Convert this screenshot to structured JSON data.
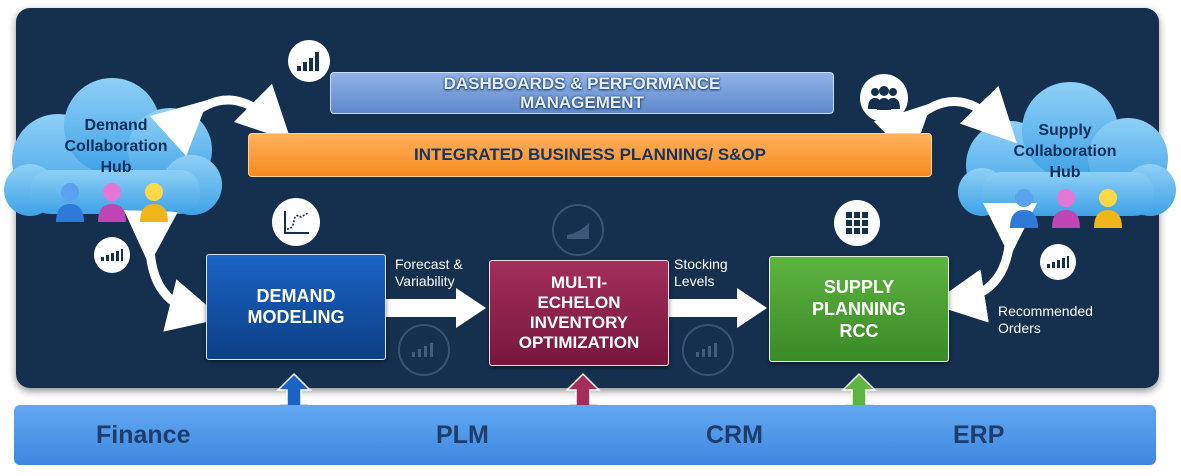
{
  "top_bars": {
    "dashboards": "DASHBOARDS & PERFORMANCE MANAGEMENT",
    "ibp": "INTEGRATED BUSINESS PLANNING/ S&OP"
  },
  "hubs": {
    "demand": [
      "Demand",
      "Collaboration",
      "Hub"
    ],
    "supply": [
      "Supply",
      "Collaboration",
      "Hub"
    ]
  },
  "boxes": {
    "demand_modeling": [
      "DEMAND",
      "MODELING"
    ],
    "meio": [
      "MULTI-",
      "ECHELON",
      "INVENTORY",
      "OPTIMIZATION"
    ],
    "supply_planning": [
      "SUPPLY",
      "PLANNING",
      "RCC"
    ]
  },
  "flow_labels": {
    "forecast": [
      "Forecast &",
      "Variability"
    ],
    "stocking": [
      "Stocking",
      "Levels"
    ],
    "recommended": [
      "Recommended",
      "Orders"
    ]
  },
  "systems": [
    "Finance",
    "PLM",
    "CRM",
    "ERP"
  ],
  "colors": {
    "panel": "#15304f",
    "demand_box": "#0c3f86",
    "meio_box": "#77173d",
    "supply_box": "#3a8a27",
    "ibp_bar": "#f78a1f",
    "dash_bar": "#6f97d6",
    "systems_bar": "#4a90e2"
  },
  "icons": [
    "bar-chart-icon",
    "team-icon",
    "line-chart-icon",
    "growth-chart-icon",
    "grid-icon",
    "signal-bars-icon",
    "user-icon"
  ]
}
